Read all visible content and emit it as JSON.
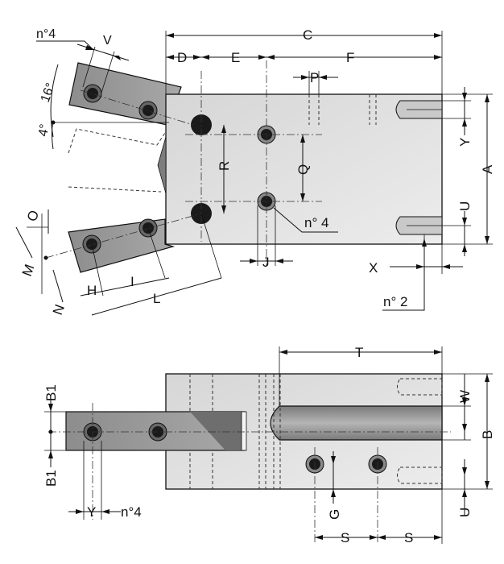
{
  "top_view": {
    "labels": {
      "C": "C",
      "D": "D",
      "E": "E",
      "F": "F",
      "P": "P",
      "R": "R",
      "Q": "Q",
      "A": "A",
      "Y": "Y",
      "U": "U",
      "X": "X",
      "J": "J",
      "n4": "n° 4",
      "n2": "n° 2",
      "n4_top": "n°4",
      "V": "V",
      "deg16": "16°",
      "deg4": "4°",
      "O": "O",
      "M": "M",
      "N": "N",
      "H": "H",
      "I": "I",
      "L": "L"
    }
  },
  "side_view": {
    "labels": {
      "T": "T",
      "W": "W",
      "B": "B",
      "U": "U",
      "G": "G",
      "S1": "S",
      "S2": "S",
      "B1_top": "B1",
      "B1_bottom": "B1",
      "Y": "Y",
      "n4": "n°4"
    }
  },
  "colors": {
    "body_fill": "#e2e2e2",
    "jaw_fill": "#9a9a9a",
    "hole_fill": "#1a1a1a",
    "line": "#111111"
  }
}
